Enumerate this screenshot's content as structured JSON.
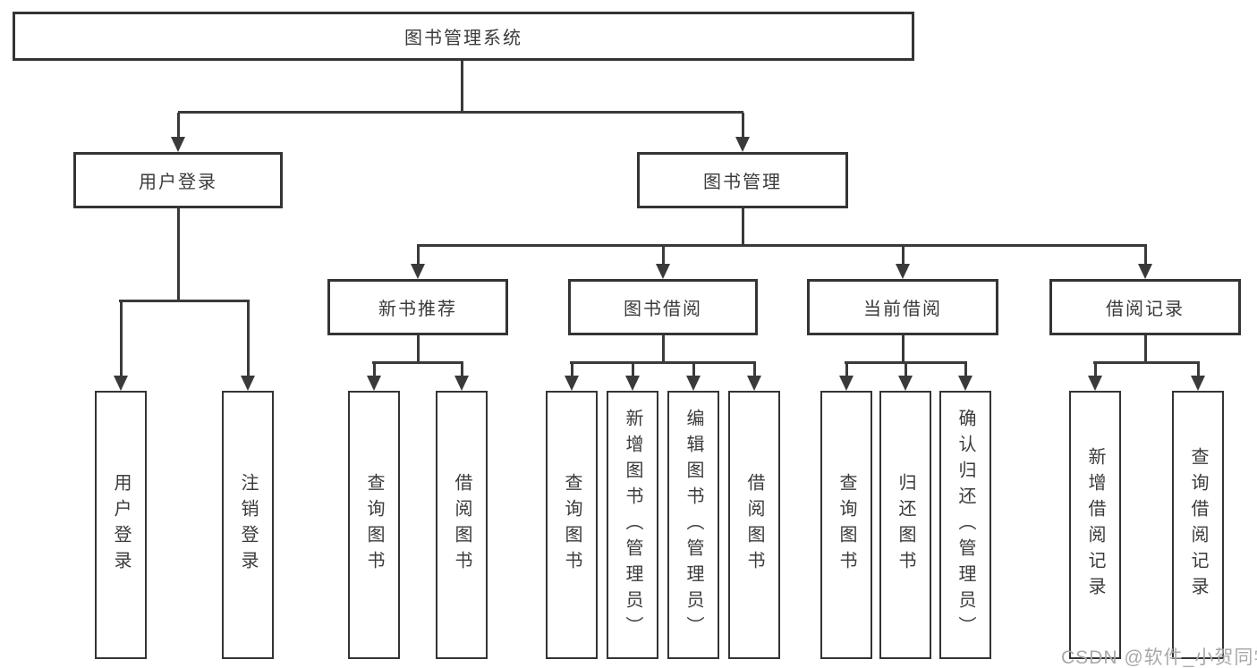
{
  "title": "图书管理系统",
  "watermark": {
    "text": "CSDN @软件_小贺同学"
  },
  "colors": {
    "background": "#ffffff",
    "line": "#3a3a3a",
    "box_border": "#343434",
    "text": "#3b3b3b",
    "watermark": "#a9a9a9"
  },
  "tree": {
    "root": {
      "label": "图书管理系统"
    },
    "branches": [
      {
        "label": "用户登录",
        "children": [
          {
            "label": "用户登录"
          },
          {
            "label": "注销登录"
          }
        ]
      },
      {
        "label": "图书管理",
        "children": [
          {
            "label": "新书推荐",
            "children": [
              {
                "label": "查询图书"
              },
              {
                "label": "借阅图书"
              }
            ]
          },
          {
            "label": "图书借阅",
            "children": [
              {
                "label": "查询图书"
              },
              {
                "label": "新增图书（管理员）"
              },
              {
                "label": "编辑图书（管理员）"
              },
              {
                "label": "借阅图书"
              }
            ]
          },
          {
            "label": "当前借阅",
            "children": [
              {
                "label": "查询图书"
              },
              {
                "label": "归还图书"
              },
              {
                "label": "确认归还（管理员）"
              }
            ]
          },
          {
            "label": "借阅记录",
            "children": [
              {
                "label": "新增借阅记录"
              },
              {
                "label": "查询借阅记录"
              }
            ]
          }
        ]
      }
    ]
  }
}
